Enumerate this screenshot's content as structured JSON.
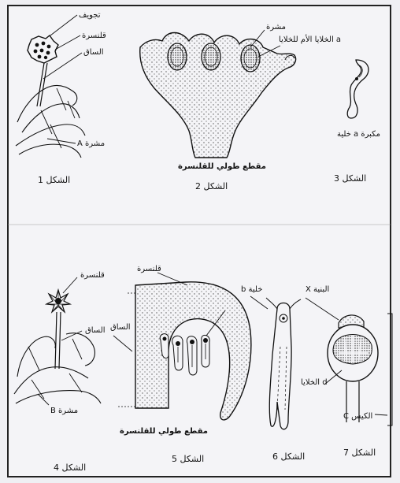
{
  "figures": {
    "f1": {
      "title": "الشكل 1",
      "labels": {
        "receptacle": "تجويف",
        "capsule": "قلنسرة",
        "stem": "الساق",
        "thallus": "A مشرة"
      }
    },
    "f2": {
      "title": "الشكل 2",
      "caption": "مقطع طولي للقلنسرة",
      "labels": {
        "epidermis": "مشرة",
        "mother_cells": "الخلايا الأم للخلايا a"
      }
    },
    "f3": {
      "title": "الشكل 3",
      "caption": "خلية a مكبرة"
    },
    "f4": {
      "title": "الشكل 4",
      "labels": {
        "capsule": "قلنسرة",
        "stem": "الساق",
        "thallus": "B مشرة"
      }
    },
    "f5": {
      "title": "الشكل 5",
      "caption": "مقطع طولي للقلنسرة"
    },
    "f6": {
      "title": "الشكل 6",
      "labels": {
        "cell": "b خلية"
      }
    },
    "f7": {
      "title": "الشكل 7",
      "labels": {
        "structure": "X البنية",
        "cells": "الخلايا d",
        "sac": "C الكيس"
      }
    }
  },
  "colors": {
    "paper": "#efeff3",
    "ink": "#111111",
    "stipple": "#555555"
  }
}
